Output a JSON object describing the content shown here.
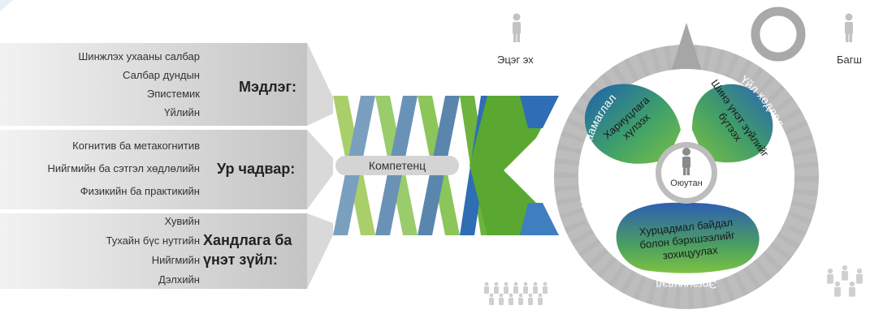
{
  "left_groups": [
    {
      "heading": "Мэдлэг:",
      "items": [
        "Шинжлэх ухааны салбар",
        "Салбар дундын",
        "Эпистемик",
        "Үйлийн"
      ]
    },
    {
      "heading": "Ур чадвар:",
      "items": [
        "Когнитив ба метакогнитив",
        "Нийгмийн ба сэтгэл хөдлөлийн",
        "Физикийн ба практикийн"
      ]
    },
    {
      "heading": "Хандлага ба үнэт зүйл:",
      "heading_lines": [
        "Хандлага ба",
        "үнэт зүйл:"
      ],
      "items": [
        "Хувийн",
        "Тухайн бүс нутгийн",
        "Нийгмийн",
        "Дэлхийн"
      ]
    }
  ],
  "center_label": "Компетенц",
  "compass": {
    "center": "Оюутан",
    "petals": {
      "top_left": [
        "Хариуцлага",
        "хүлээх"
      ],
      "top_right": [
        "Шинэ үнэт зүйлийг",
        "бүтээх"
      ],
      "bottom": [
        "Хурцадмал байдал",
        "болон бэрхшээлийг",
        "зохицуулах"
      ]
    },
    "ring": {
      "left": "Урьдчилан таамаглал",
      "right": "Үйл хөдлөл",
      "bottom": "Эргэцүүлэл"
    }
  },
  "people": {
    "parents": "Эцэг эх",
    "teacher": "Багш"
  },
  "colors": {
    "band_gray": "#cfcfcf",
    "green_dark": "#5aa832",
    "green_light": "#a9cf6a",
    "blue": "#2f6db5",
    "steel": "#5d87a8",
    "ring_gray": "#a9a9a9"
  }
}
